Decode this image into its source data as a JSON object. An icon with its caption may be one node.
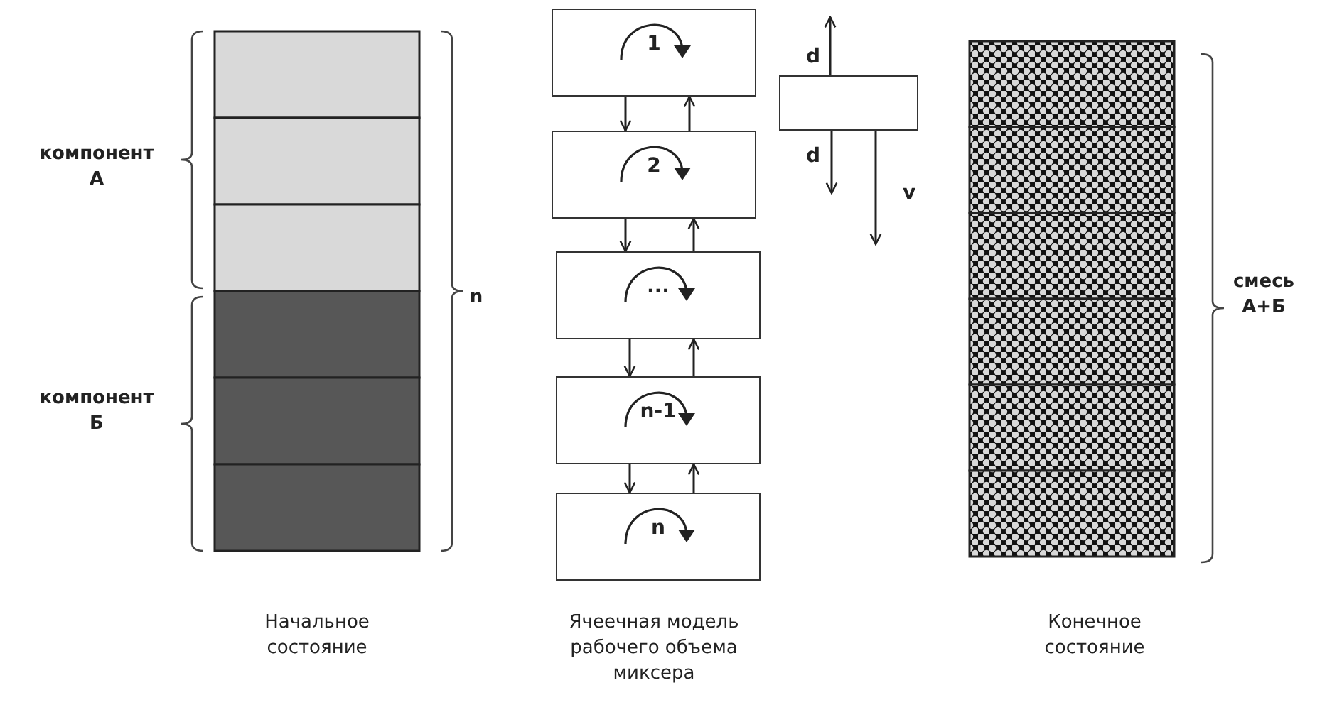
{
  "diagram": {
    "nodes": [
      {
        "text": [
          "1"
        ]
      },
      {
        "text": [
          "2"
        ]
      },
      {
        "text": [
          "..."
        ]
      },
      {
        "text": [
          "n-1"
        ]
      },
      {
        "text": [
          "n"
        ]
      },
      {
        "text": [],
        "shape": "box"
      }
    ],
    "edges": [
      {
        "from": 0,
        "to": 1,
        "arrow": "to"
      },
      {
        "from": 1,
        "to": 0,
        "arrow": "to"
      },
      {
        "from": 1,
        "to": 2,
        "arrow": "to"
      },
      {
        "from": 2,
        "to": 1,
        "arrow": "to"
      },
      {
        "from": 2,
        "to": 3,
        "arrow": "to"
      },
      {
        "from": 3,
        "to": 2,
        "arrow": "to"
      },
      {
        "from": 3,
        "to": 4,
        "arrow": "to"
      },
      {
        "from": 4,
        "to": 3,
        "arrow": "to"
      },
      {
        "from": 5,
        "to": null,
        "arrow": "to",
        "label": "d"
      },
      {
        "from": 5,
        "to": null,
        "arrow": "to",
        "label": "d"
      },
      {
        "from": 5,
        "to": null,
        "arrow": "to",
        "label": "v"
      }
    ],
    "labels": [
      "компонент А",
      "n",
      "компонент Б",
      "смесь А+Б",
      "Начальное состояние",
      "Ячеечная модель рабочего объема миксера",
      "Конечное состояние"
    ]
  }
}
